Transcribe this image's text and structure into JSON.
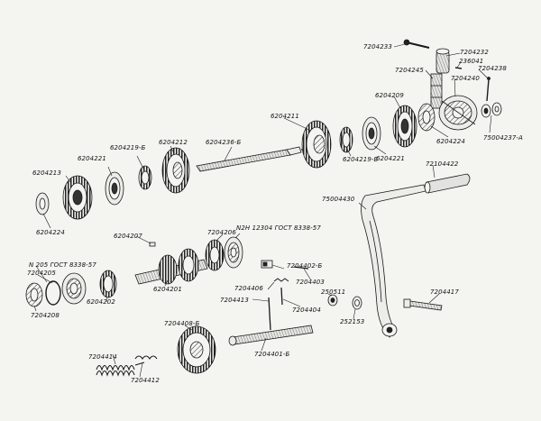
{
  "diagram": {
    "title": "Exploded view of gearbox and kick-starter parts",
    "ink_color": "#1a1a1a",
    "paper_color": "#f4f4f1"
  },
  "labels": {
    "p7204233": "7204233",
    "p7204232": "7204232",
    "p236041": "236041",
    "p7204245": "7204245",
    "p7204238": "7204238",
    "p7204240": "7204240",
    "p6204209_top": "6204209",
    "p75004237a": "75004237-A",
    "p6204224_top": "6204224",
    "p6204211": "6204211",
    "p6204219b_right": "6204219-Б",
    "p6204221_right": "6204221",
    "p72104422": "72104422",
    "p6204212": "6204212",
    "p6204219b_left": "6204219-Б",
    "p6204236b": "6204236-Б",
    "p6204221_left": "6204221",
    "p6204213": "6204213",
    "p6204224_left": "6204224",
    "p75004430": "75004430",
    "p6204207": "6204207",
    "p7204206": "7204206",
    "p_n2h12304": "N2H 12304 ГОСТ 8338-57",
    "p_n205": "N 205 ГОСТ 8338-57",
    "p7204205": "7204205",
    "p7204208": "7204208",
    "p6204202": "6204202",
    "p6204201": "6204201",
    "p7204402b": "7204402-Б",
    "p7204403": "7204403",
    "p7204406": "7204406",
    "p7204413": "7204413",
    "p7204404": "7204404",
    "p250511": "250511",
    "p252153": "252153",
    "p7204417": "7204417",
    "p7204408b": "7204408-Б",
    "p7204401b": "7204401-Б",
    "p7204414": "7204414",
    "p7204412": "7204412"
  }
}
